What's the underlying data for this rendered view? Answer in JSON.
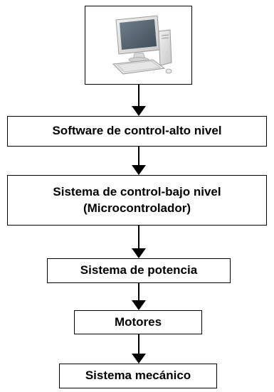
{
  "diagram": {
    "computer_image": {
      "icon": "desktop-computer-icon"
    },
    "boxes": [
      {
        "lines": [
          "Software de control-alto nivel"
        ]
      },
      {
        "lines": [
          "Sistema de control-bajo nivel",
          "(Microcontrolador)"
        ]
      },
      {
        "lines": [
          "Sistema de potencia"
        ]
      },
      {
        "lines": [
          "Motores"
        ]
      },
      {
        "lines": [
          "Sistema mecánico"
        ]
      }
    ],
    "colors": {
      "border": "#000000",
      "background": "#ffffff",
      "text": "#000000"
    }
  }
}
